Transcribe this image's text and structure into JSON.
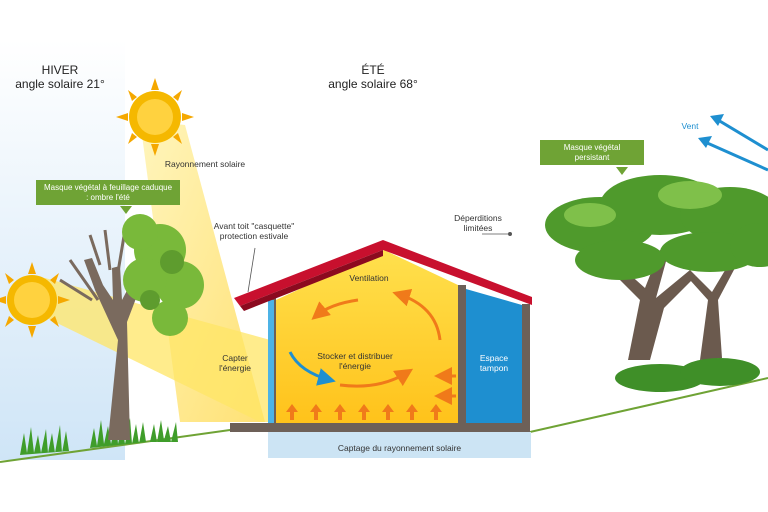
{
  "winter": {
    "title": "HIVER",
    "angle": "angle solaire 21°"
  },
  "summer": {
    "title": "ÉTÉ",
    "angle": "angle solaire 68°"
  },
  "labels": {
    "solar_radiation": "Rayonnement solaire",
    "deciduous_mask": "Masque végétal à feuillage caduque : ombre l'été",
    "roof_overhang": "Avant toit \"casquette\" protection estivale",
    "heat_loss": "Déperditions limitées",
    "evergreen_mask": "Masque végétal persistant",
    "wind": "Vent",
    "ventilation": "Ventilation",
    "capture_energy": "Capter l'énergie",
    "store_distribute": "Stocker et distribuer l'énergie",
    "buffer_space": "Espace tampon",
    "solar_capture": "Captage du rayonnement solaire"
  },
  "colors": {
    "sky": "#d6e9f8",
    "grass": "#6fa335",
    "sun": "#f5b800",
    "roof": "#c8102e",
    "interior": "#ffd84a",
    "buffer": "#1e8fd0",
    "arrow": "#f07a1a",
    "tag": "#6fa335"
  }
}
